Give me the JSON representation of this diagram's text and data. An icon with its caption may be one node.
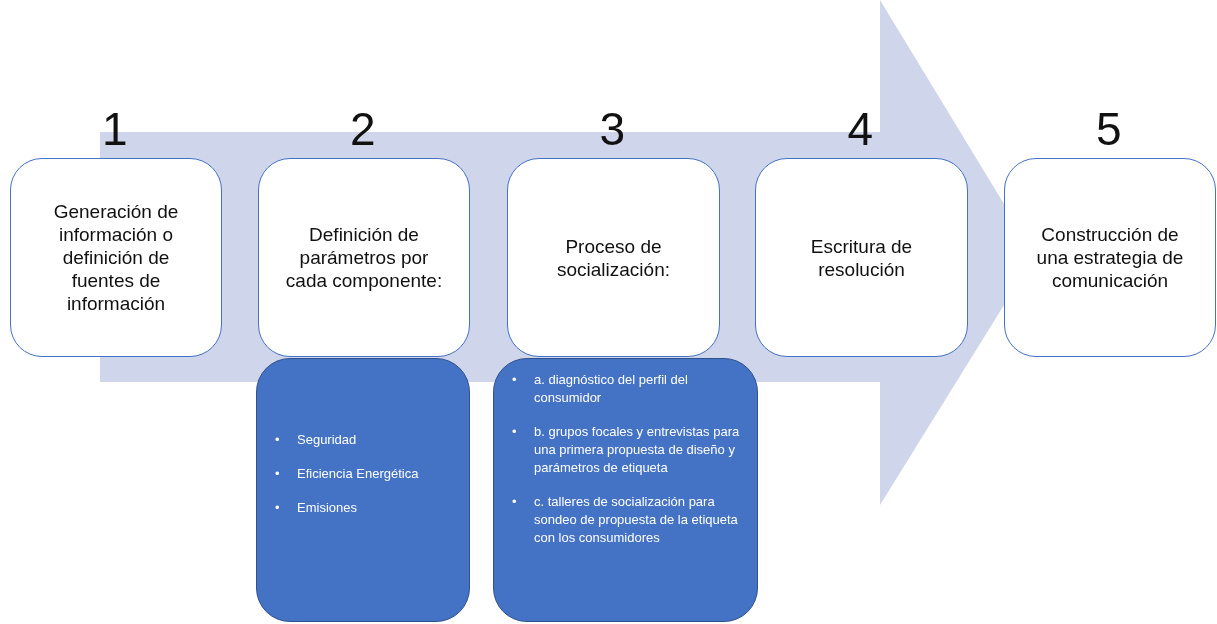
{
  "diagram": {
    "nodes": [
      {
        "text": [
          "1",
          "Generación de información o definición de fuentes de información"
        ]
      },
      {
        "text": [
          "2",
          "Definición de parámetros por cada componente:"
        ]
      },
      {
        "text": [
          "3",
          "Proceso de socialización:"
        ]
      },
      {
        "text": [
          "4",
          "Escritura de resolución"
        ]
      },
      {
        "text": [
          "5",
          "Construcción de una estrategia de comunicación"
        ]
      },
      {
        "text": [
          "•",
          "Seguridad",
          "•",
          "Eficiencia Energética",
          "•",
          "Emisiones"
        ]
      },
      {
        "text": [
          "•",
          "a. diagnóstico del perfil del consumidor",
          "•",
          "b. grupos focales y entrevistas para una primera propuesta de diseño y parámetros de etiqueta",
          "•",
          "c. talleres de socialización para sondeo de propuesta de la etiqueta con los consumidores"
        ]
      }
    ]
  }
}
